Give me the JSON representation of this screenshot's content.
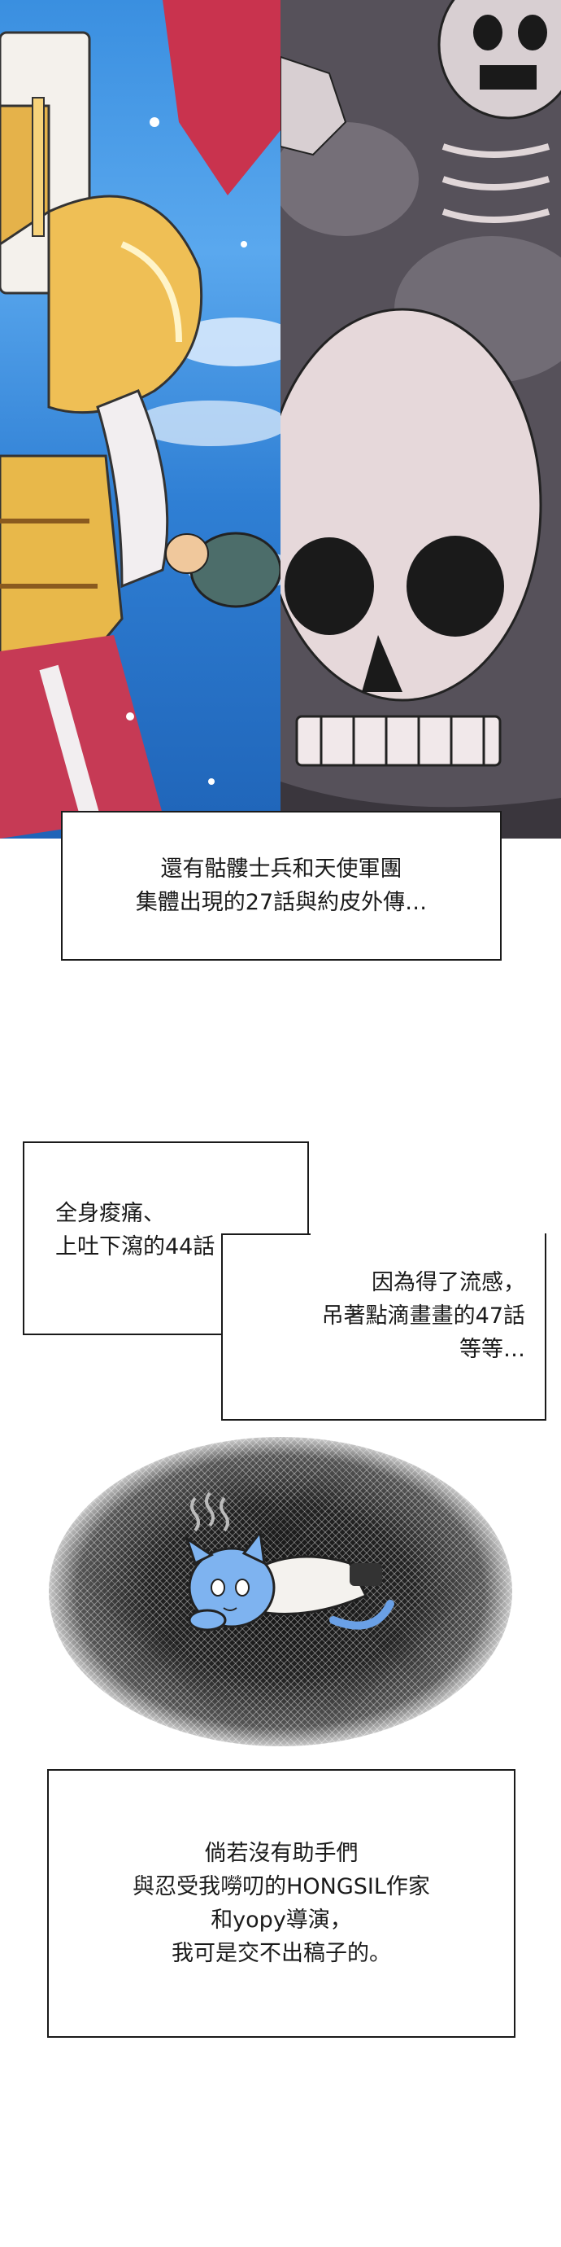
{
  "caption_a": {
    "lines": [
      "還有骷髏士兵和天使軍團",
      "集體出現的27話與約皮外傳…"
    ]
  },
  "caption_b": {
    "lines": [
      "全身痠痛、",
      "上吐下瀉的44話"
    ]
  },
  "caption_c": {
    "lines": [
      "因為得了流感，",
      "吊著點滴畫畫的47話",
      "等等…"
    ]
  },
  "caption_d": {
    "lines": [
      "倘若沒有助手們",
      "與忍受我嘮叨的HONGSIL作家",
      "和yopy導演，",
      "我可是交不出稿子的。"
    ]
  },
  "colors": {
    "sky_blue": "#3a8fe0",
    "knight_gold": "#e8b84a",
    "skull_bone": "#e6d8da",
    "ink": "#1a1a1a"
  }
}
